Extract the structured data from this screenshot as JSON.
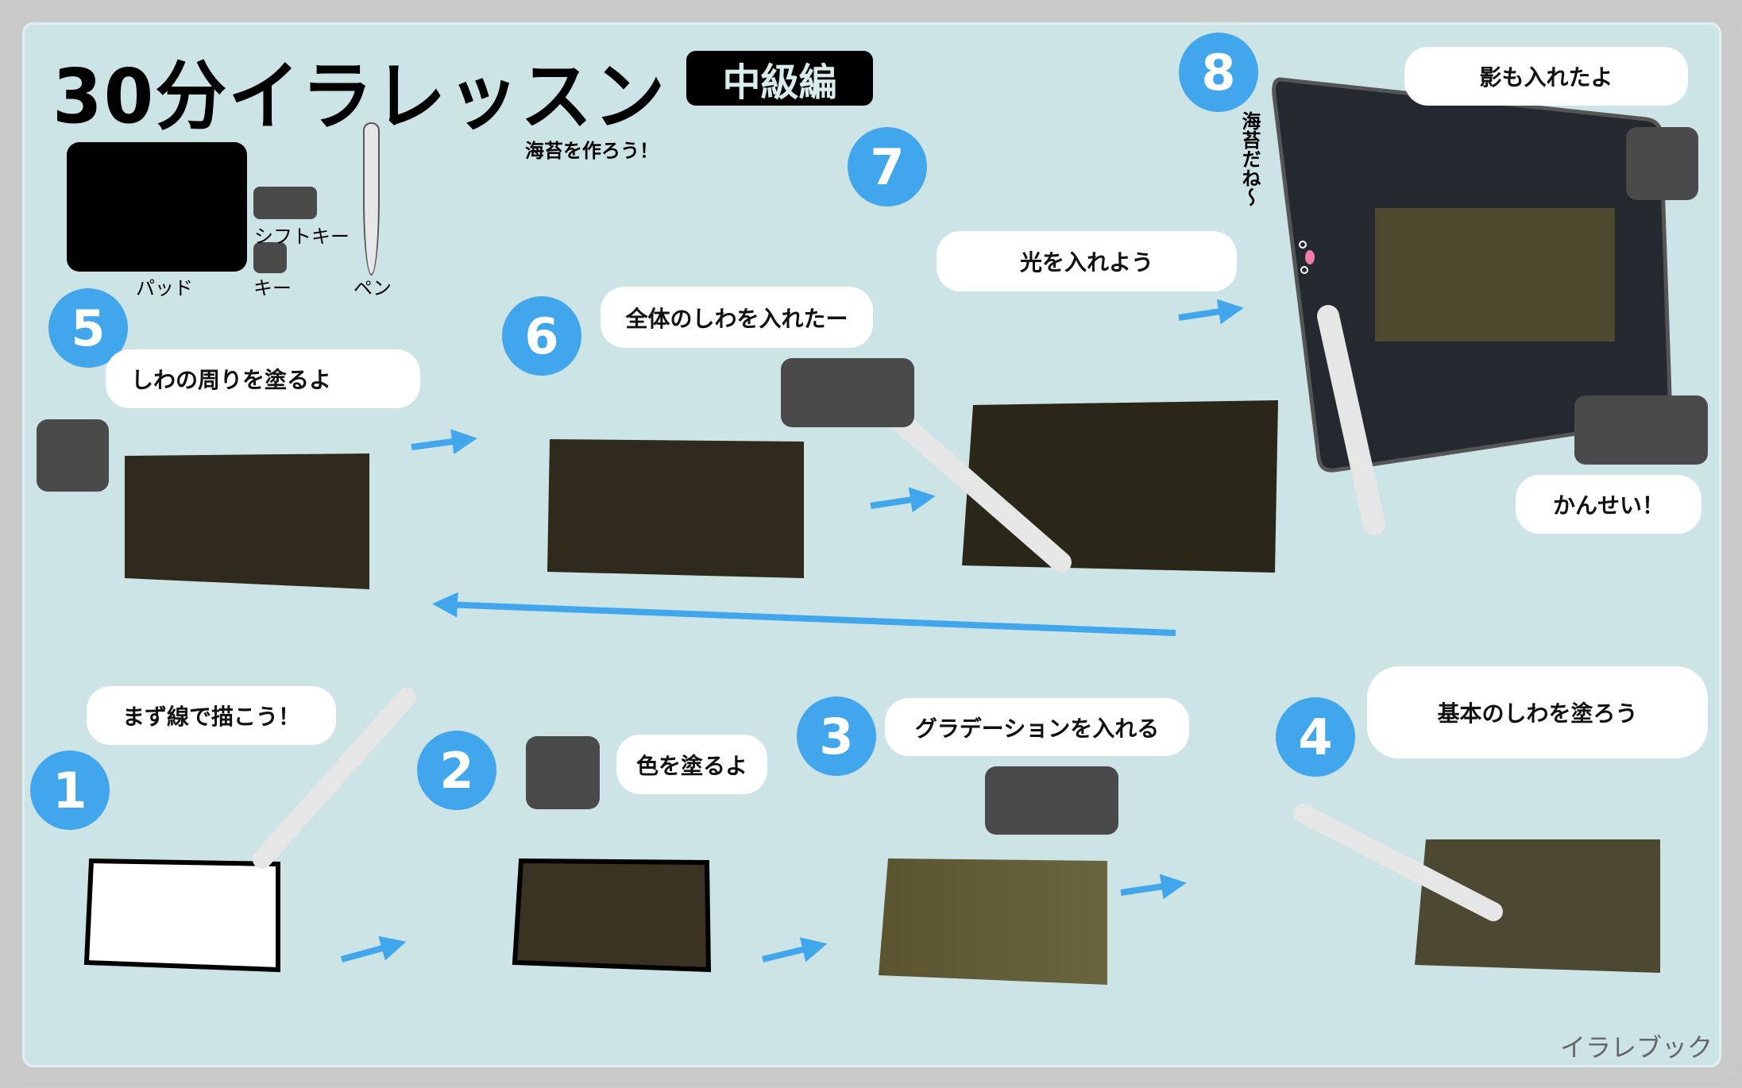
{
  "title": "30分イラレッスン",
  "badge": "中級編",
  "legend": {
    "pad": "パッド",
    "shift_key": "シフトキー",
    "key": "キー",
    "pen": "ペン"
  },
  "subtitle": "海苔を作ろう！",
  "steps": [
    {
      "number": "1",
      "bubble": "まず線で描こう！"
    },
    {
      "number": "2",
      "bubble": "色を塗るよ"
    },
    {
      "number": "3",
      "bubble": "グラデーションを入れる"
    },
    {
      "number": "4",
      "bubble": "基本のしわを塗ろう"
    },
    {
      "number": "5",
      "bubble": "しわの周りを塗るよ"
    },
    {
      "number": "6",
      "bubble": "全体のしわを入れたー"
    },
    {
      "number": "7",
      "bubble": "光を入れよう"
    },
    {
      "number": "8",
      "bubble": "影も入れたよ",
      "note": "海苔だね～",
      "final": "かんせい！"
    }
  ],
  "watermark": "イラレブック",
  "colors": {
    "background": "#cde4e6",
    "accent": "#42a6ec",
    "character": "#4a4a4a",
    "seaweed": "#3a3222"
  }
}
